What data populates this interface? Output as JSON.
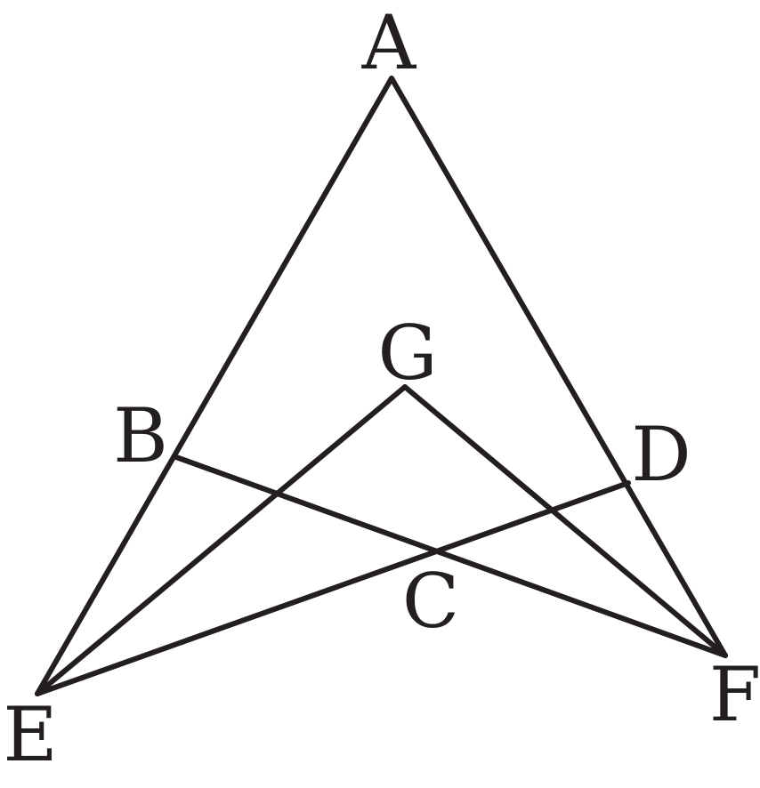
{
  "diagram": {
    "points": {
      "A": "A",
      "B": "B",
      "C": "C",
      "D": "D",
      "E": "E",
      "F": "F",
      "G": "G"
    },
    "segments": [
      [
        "A",
        "E"
      ],
      [
        "A",
        "F"
      ],
      [
        "B",
        "F"
      ],
      [
        "E",
        "D"
      ],
      [
        "E",
        "G"
      ],
      [
        "G",
        "F"
      ]
    ],
    "colors": {
      "stroke": "#231f20",
      "background": "#ffffff"
    }
  }
}
